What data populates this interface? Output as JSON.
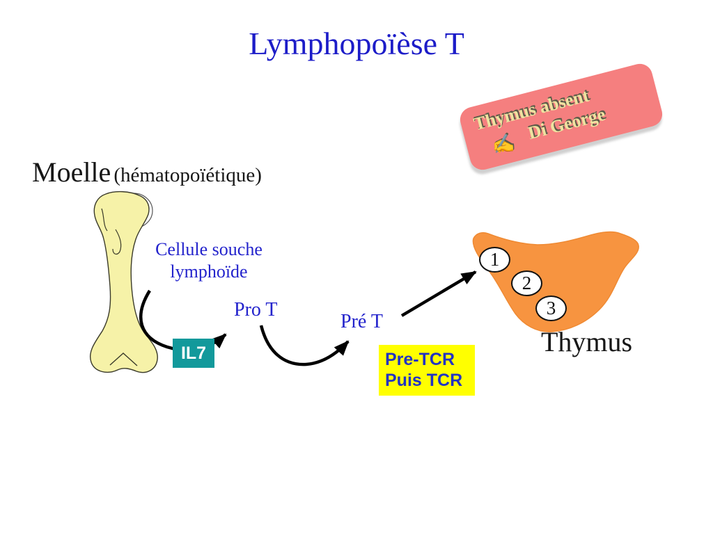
{
  "slide": {
    "title": "Lymphopoïèse T",
    "banner": {
      "line1": "Thymus absent",
      "hand_icon": "✍",
      "line2": "Di George"
    },
    "marrow": {
      "label": "Moelle",
      "sublabel": "(hématopoïétique)"
    },
    "stem_cell": {
      "line1": "Cellule souche",
      "line2": "lymphoïde"
    },
    "pro_t": "Pro T",
    "pre_t": "Pré T",
    "il7": "IL7",
    "tcr": {
      "line1": "Pre-TCR",
      "line2": "Puis TCR"
    },
    "thymus_label": "Thymus",
    "stages": [
      "1",
      "2",
      "3"
    ],
    "colors": {
      "title_blue": "#1c1cc8",
      "label_blue": "#2323cc",
      "banner_pink": "#f57f7f",
      "banner_text_yellow": "#efe2a0",
      "banner_text_shadow": "#5e5b49",
      "il7_teal": "#12999b",
      "tcr_yellow": "#ffff00",
      "tcr_text_blue": "#2233c4",
      "thymus_orange": "#f79440",
      "bone_yellow": "#f6f2a8",
      "arrow_black": "#000000"
    }
  }
}
